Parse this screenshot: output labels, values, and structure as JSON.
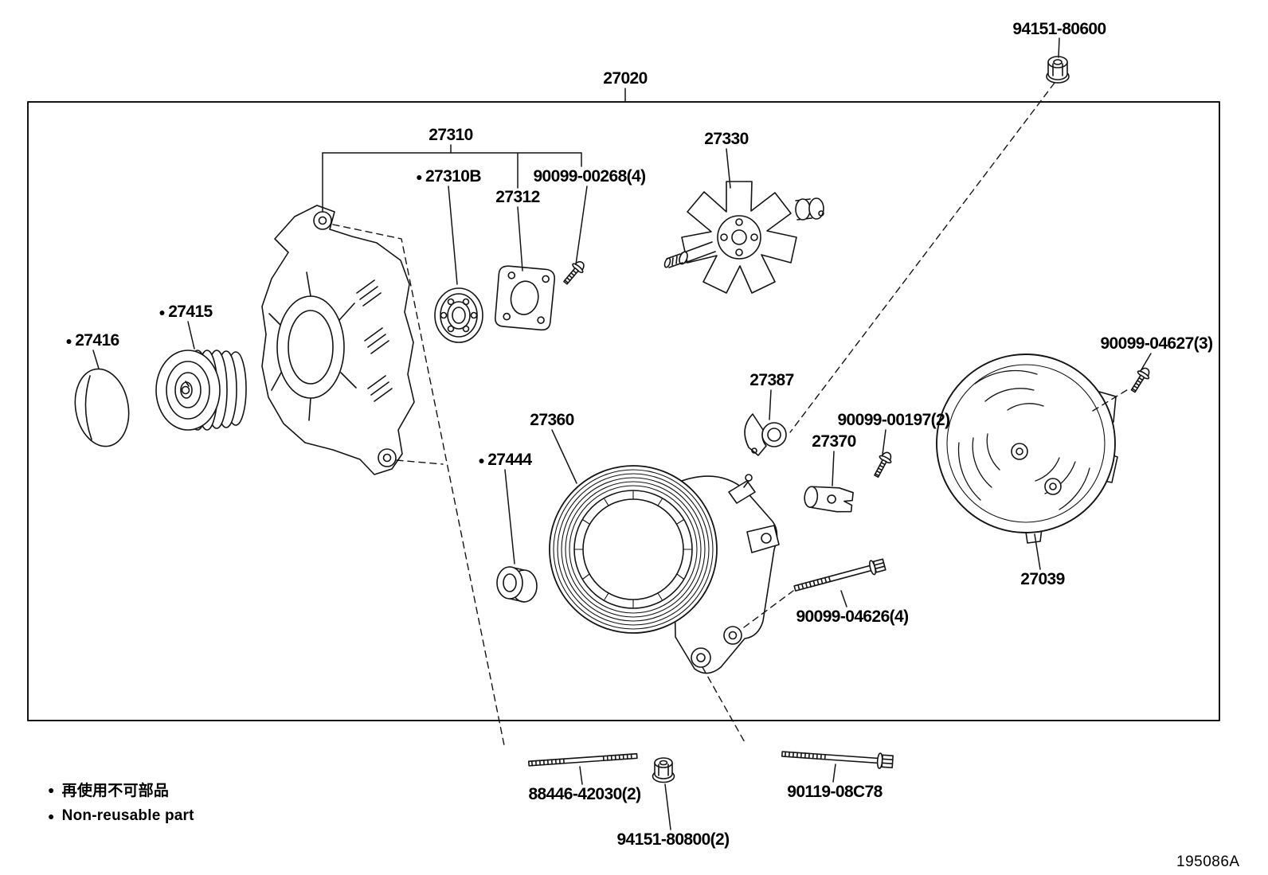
{
  "figure": {
    "code": "195086A"
  },
  "bullet": "●",
  "labels": {
    "assembly": "27020",
    "nut_top": "94151-80600",
    "front_bracket": "27310",
    "bearing": "27310B",
    "retainer_screw": "90099-00268(4)",
    "retainer_plate": "27312",
    "rotor": "27330",
    "pulley": "27415",
    "pulley_cap": "27416",
    "stator": "27360",
    "collar": "27444",
    "brush_holder": "27387",
    "screw_197": "90099-00197(2)",
    "terminal_insulator": "27370",
    "screw_4627": "90099-04627(3)",
    "rear_cover": "27039",
    "bolt_4626": "90099-04626(4)",
    "stud_bolt": "88446-42030(2)",
    "nut_bottom": "94151-80800(2)",
    "through_bolt": "90119-08C78"
  },
  "legend": {
    "jp": "再使用不可部品",
    "en": "Non-reusable part"
  }
}
